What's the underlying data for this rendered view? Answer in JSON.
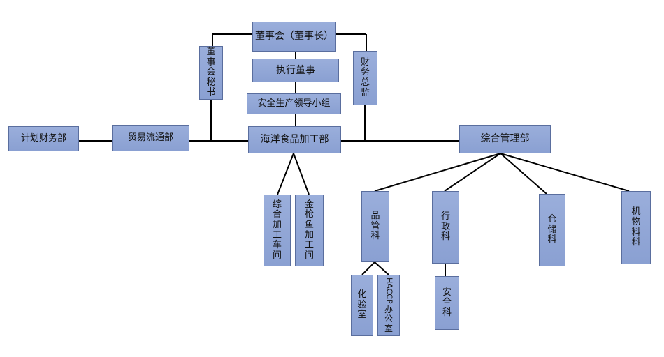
{
  "nodes": {
    "board": "董事会（董事长）",
    "executive": "执行董事",
    "safety_group": "安全生产领导小组",
    "secretary": "董事会秘书",
    "cfo": "财务总监",
    "plant": "海洋食品加工部",
    "finance": "计划财务部",
    "trade": "贸易流通部",
    "admin_mgmt": "综合管理部",
    "workshop_general": "综合加工车间",
    "workshop_tuna": "金枪鱼加工间",
    "quality": "品管科",
    "administration": "行政科",
    "warehouse": "仓储科",
    "materials": "机物料科",
    "lab": "化验室",
    "haccp": "HACCP办公室",
    "haccp_latin": "HACCP",
    "haccp_cn": "办公室",
    "safety_dept": "安全科"
  }
}
